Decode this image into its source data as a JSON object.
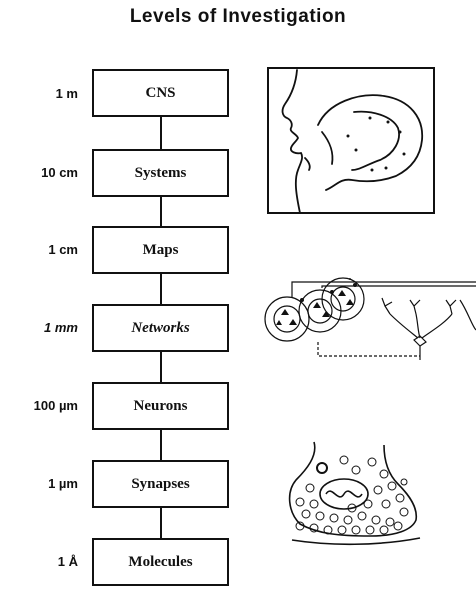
{
  "title": "Levels of Investigation",
  "levels": [
    {
      "scale": "1 m",
      "label": "CNS"
    },
    {
      "scale": "10 cm",
      "label": "Systems"
    },
    {
      "scale": "1 cm",
      "label": "Maps"
    },
    {
      "scale": "1 mm",
      "label": "Networks"
    },
    {
      "scale": "100 µm",
      "label": "Neurons"
    },
    {
      "scale": "1 µm",
      "label": "Synapses"
    },
    {
      "scale": "1 Å",
      "label": "Molecules"
    }
  ],
  "illustrations": {
    "brain": "head-profile-brain-sketch",
    "network": "neural-network-sketch",
    "synapse": "synapse-terminal-sketch"
  }
}
